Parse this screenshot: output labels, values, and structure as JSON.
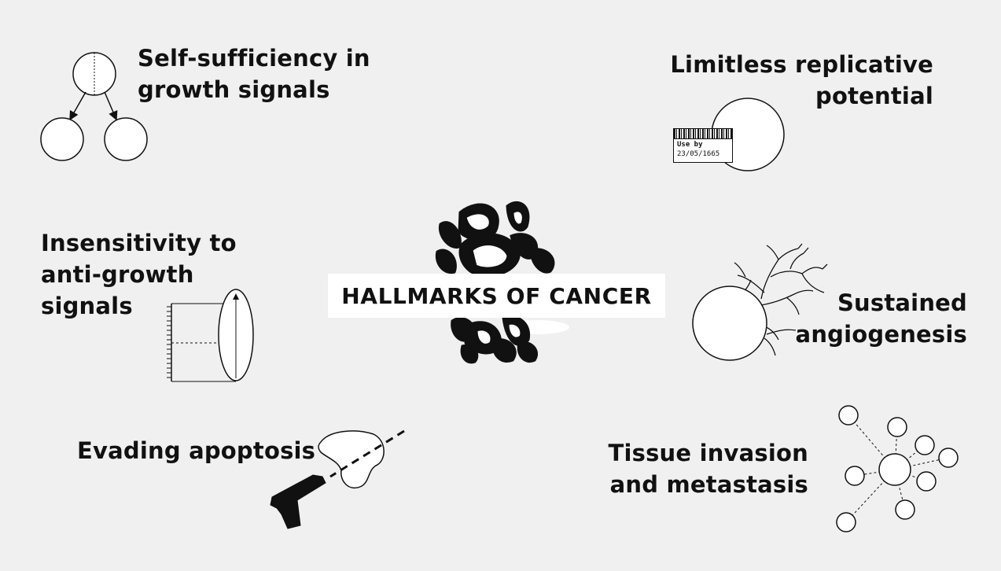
{
  "title": "HALLMARKS OF CANCER",
  "hallmarks": [
    {
      "lines": [
        "Self-sufficiency in",
        "growth signals"
      ]
    },
    {
      "lines": [
        "Limitless replicative",
        "potential"
      ]
    },
    {
      "lines": [
        "Insensitivity to",
        "anti-growth",
        "signals"
      ]
    },
    {
      "lines": [
        "Sustained",
        "angiogenesis"
      ]
    },
    {
      "lines": [
        "Evading apoptosis"
      ]
    },
    {
      "lines": [
        "Tissue invasion",
        "and metastasis"
      ]
    }
  ],
  "label_tag": {
    "line1": "Use by",
    "line2": "23/05/1665"
  },
  "icons": [
    "cell-division-icon",
    "expiry-cell-icon",
    "ruler-cell-icon",
    "tumor-cluster-icon",
    "angiogenesis-icon",
    "pistol-cell-icon",
    "metastasis-network-icon"
  ],
  "colors": {
    "background": "#f0f0f0",
    "ink": "#111111",
    "box": "#ffffff"
  }
}
